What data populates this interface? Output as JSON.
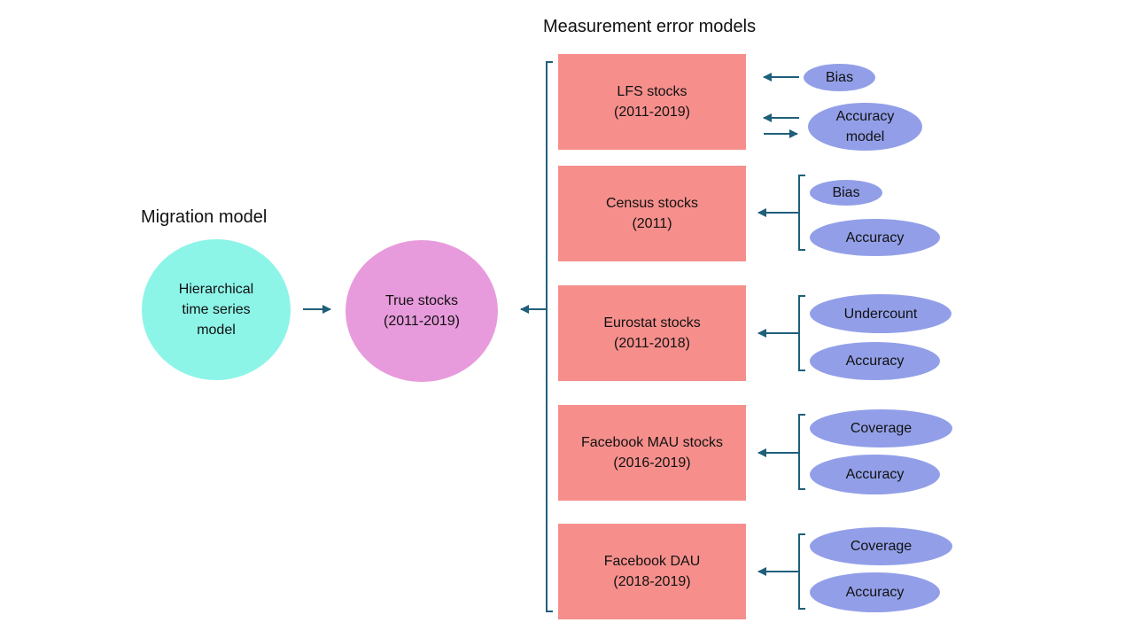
{
  "headings": {
    "migration_model": "Migration model",
    "measurement_error_models": "Measurement error models"
  },
  "nodes": {
    "hierarchical": {
      "line1": "Hierarchical",
      "line2": "time series",
      "line3": "model"
    },
    "true_stocks": {
      "line1": "True stocks",
      "line2": "(2011-2019)"
    }
  },
  "sources": [
    {
      "name": "LFS stocks",
      "period": "(2011-2019)"
    },
    {
      "name": "Census stocks",
      "period": "(2011)"
    },
    {
      "name": "Eurostat stocks",
      "period": "(2011-2018)"
    },
    {
      "name": "Facebook MAU stocks",
      "period": "(2016-2019)"
    },
    {
      "name": "Facebook DAU",
      "period": "(2018-2019)"
    }
  ],
  "params": {
    "lfs_bias": "Bias",
    "lfs_accuracy_line1": "Accuracy",
    "lfs_accuracy_line2": "model",
    "census_bias": "Bias",
    "census_accuracy": "Accuracy",
    "eurostat_undercount": "Undercount",
    "eurostat_accuracy": "Accuracy",
    "mau_coverage": "Coverage",
    "mau_accuracy": "Accuracy",
    "dau_coverage": "Coverage",
    "dau_accuracy": "Accuracy"
  },
  "colors": {
    "migration_model": "#8df4e8",
    "true_stocks": "#e89bdc",
    "source_box": "#f68f8c",
    "parameter": "#929fe8",
    "connector": "#1f5f7a"
  }
}
